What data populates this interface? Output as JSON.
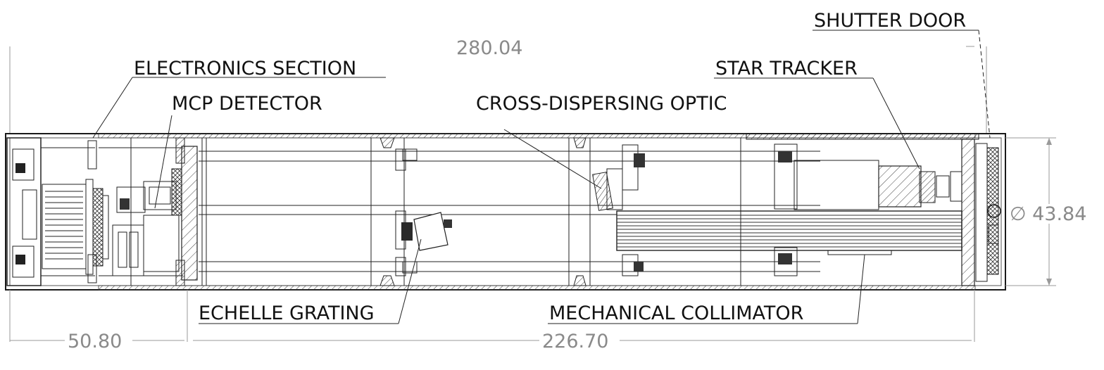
{
  "labels": {
    "shutter_door": "SHUTTER DOOR",
    "electronics_section": "ELECTRONICS SECTION",
    "star_tracker": "STAR TRACKER",
    "mcp_detector": "MCP DETECTOR",
    "cross_dispersing_optic": "CROSS-DISPERSING OPTIC",
    "echelle_grating": "ECHELLE GRATING",
    "mechanical_collimator": "MECHANICAL COLLIMATOR"
  },
  "dimensions": {
    "overall_length": "280.04",
    "diameter": "∅ 43.84",
    "electronics_length": "50.80",
    "optics_length": "226.70"
  }
}
